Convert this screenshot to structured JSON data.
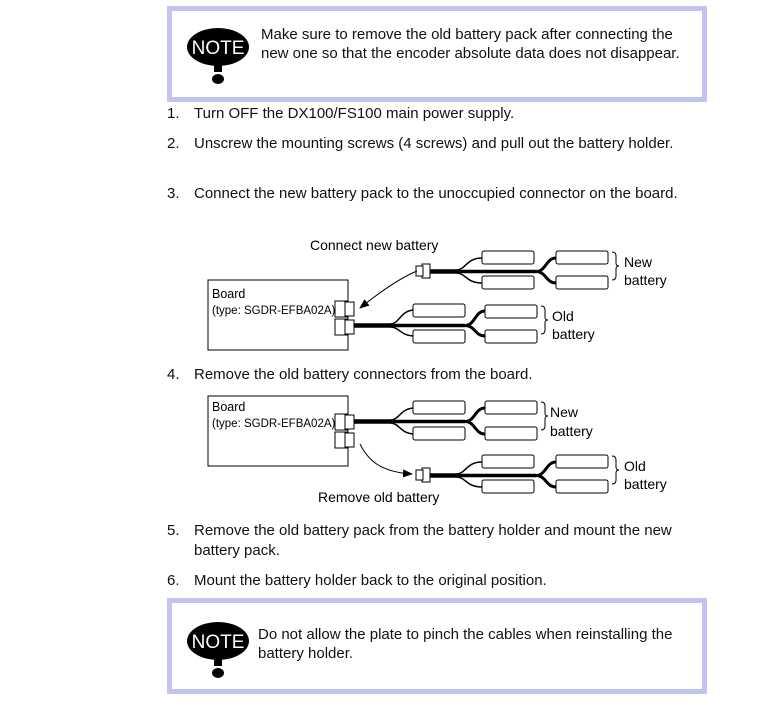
{
  "note_label": "NOTE",
  "note1": "Make sure to remove the old battery pack after connecting the new one so that the encoder absolute data does not disappear.",
  "steps": [
    {
      "num": "1.",
      "text": "Turn OFF the DX100/FS100 main power supply."
    },
    {
      "num": "2.",
      "text": "Unscrew the mounting screws (4 screws) and pull out the battery holder."
    },
    {
      "num": "3.",
      "text": "Connect the new battery pack to the unoccupied connector on the board."
    },
    {
      "num": "4.",
      "text": "Remove the old battery connectors from the board."
    },
    {
      "num": "5.",
      "text": "Remove the old battery pack from the battery holder and mount the new battery pack."
    },
    {
      "num": "6.",
      "text": "Mount the battery holder back to the original position."
    }
  ],
  "diagram1": {
    "board_line1": "Board",
    "board_line2": "(type: SGDR-EFBA02A)",
    "connect_label": "Connect new battery",
    "new_label_1": "New",
    "new_label_2": "battery",
    "old_label_1": "Old",
    "old_label_2": "battery"
  },
  "diagram2": {
    "board_line1": "Board",
    "board_line2": "(type: SGDR-EFBA02A)",
    "remove_label": "Remove old battery",
    "new_label_1": "New",
    "new_label_2": "battery",
    "old_label_1": "Old",
    "old_label_2": "battery"
  },
  "note2": "Do not allow the plate to pinch the cables when reinstalling the battery holder.",
  "colors": {
    "note_border": "#c3c3f2"
  }
}
